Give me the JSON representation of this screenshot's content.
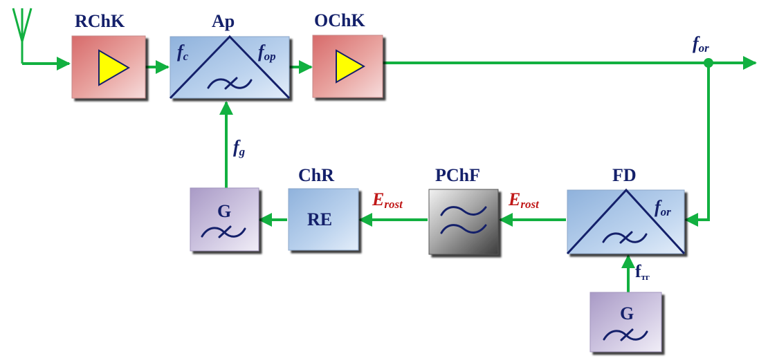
{
  "blocks": {
    "rchk": {
      "title": "RChK"
    },
    "ap": {
      "title": "Ap",
      "in_main": "f",
      "in_sub": "c",
      "out_main": "f",
      "out_sub": "op"
    },
    "ochk": {
      "title": "OChK"
    },
    "fd": {
      "title": "FD",
      "sig_main": "f",
      "sig_sub": "or"
    },
    "pchf": {
      "title": "PChF"
    },
    "chr": {
      "title": "ChR",
      "inner": "RE"
    },
    "g_left": {
      "title": "G"
    },
    "g_bottom": {
      "title": "G"
    }
  },
  "signals": {
    "f_or": {
      "main": "f",
      "sub": "or"
    },
    "f_g": {
      "main": "f",
      "sub": "g"
    },
    "f_tr": {
      "main": "f",
      "sub": "тг"
    },
    "e_rost_1": {
      "main": "E",
      "sub": "rost"
    },
    "e_rost_2": {
      "main": "E",
      "sub": "rost"
    }
  },
  "colors": {
    "line": "#12b040",
    "navy": "#14206a",
    "accent_red": "#c01818",
    "amp_fill": "#ffff00"
  },
  "icons": {
    "antenna": "antenna-icon",
    "amplifier": "amplifier-triangle-icon",
    "tilde": "tilde-wave-icon",
    "mixer": "mixer-diagonal-icon"
  }
}
